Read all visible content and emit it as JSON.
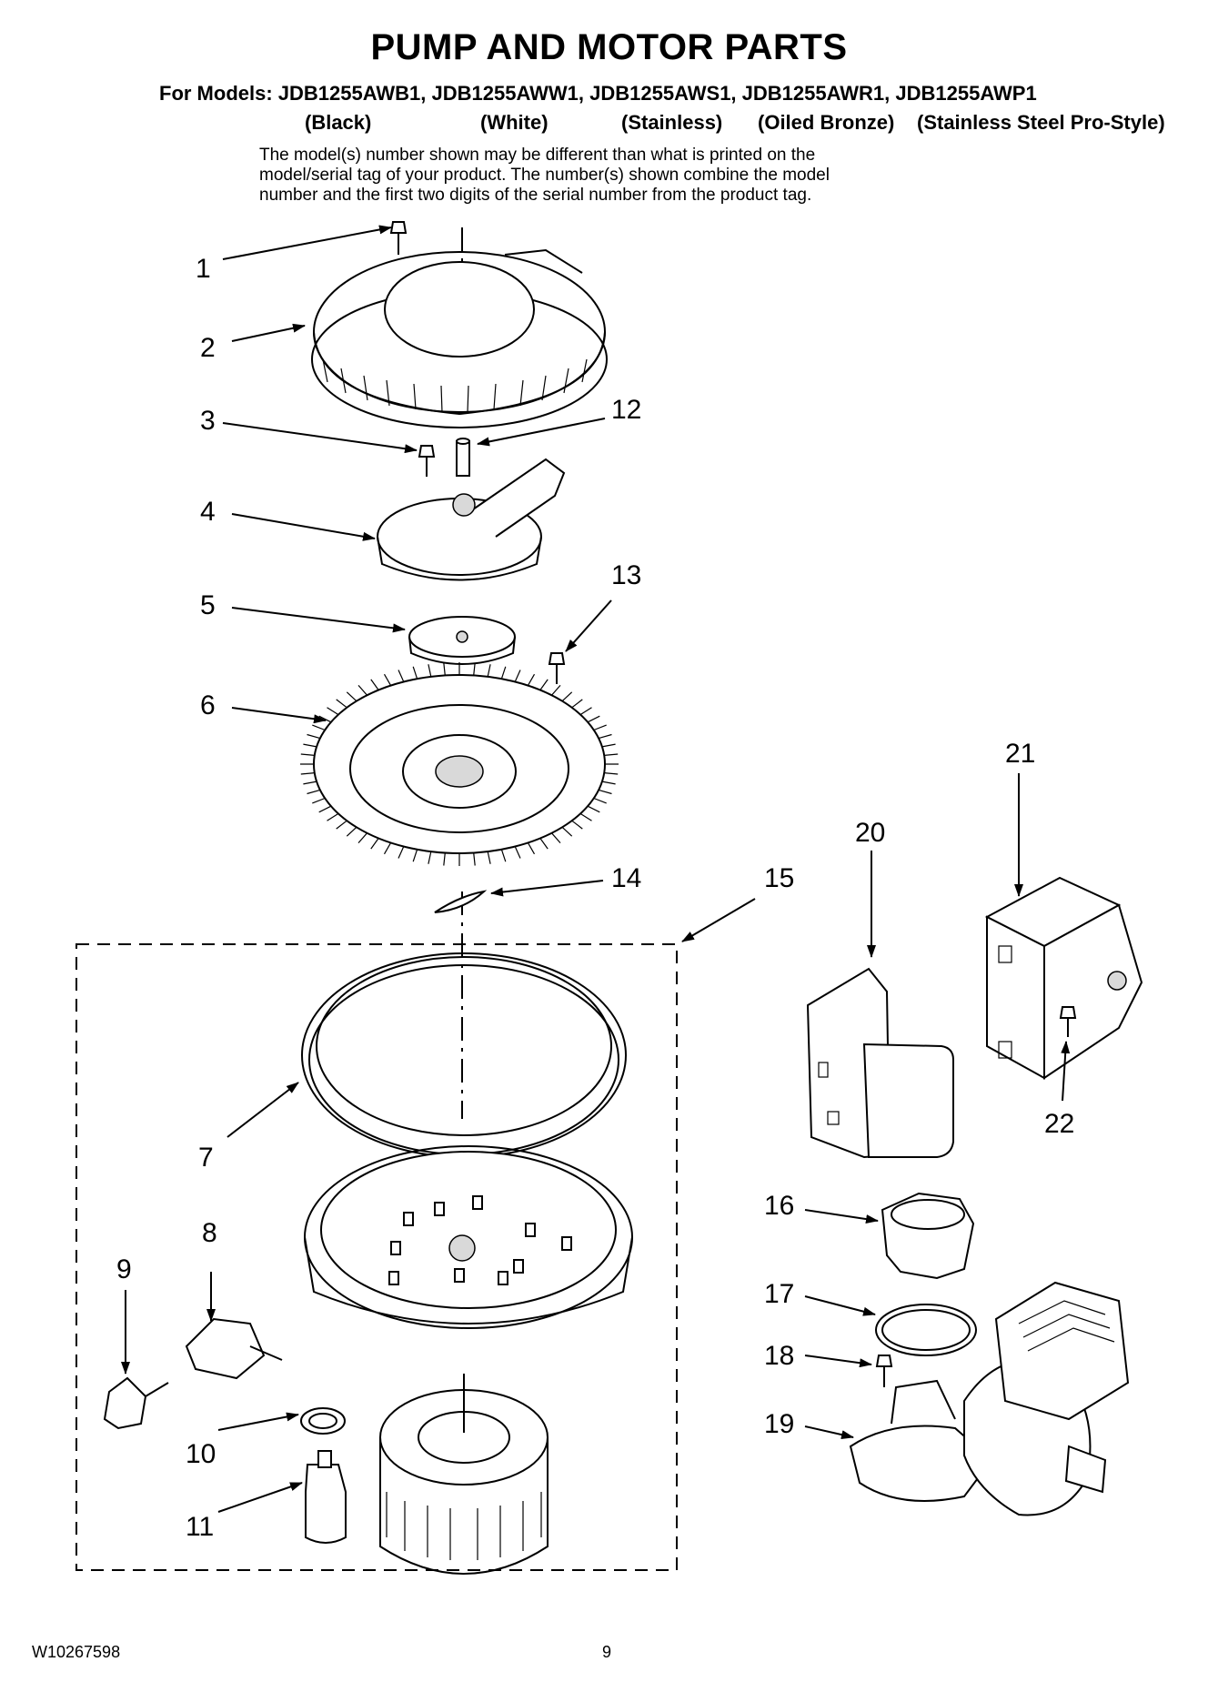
{
  "title": "PUMP AND MOTOR PARTS",
  "models_line": "For Models: JDB1255AWB1, JDB1255AWW1, JDB1255AWS1, JDB1255AWR1, JDB1255AWP1",
  "variants": [
    "(Black)",
    "(White)",
    "(Stainless)",
    "(Oiled Bronze)",
    "(Stainless Steel Pro-Style)"
  ],
  "note_lines": [
    "The model(s) number shown may be different than what is printed on the",
    "model/serial tag of your product. The number(s) shown combine the model",
    "number and the first two digits of the serial number from the product tag."
  ],
  "callouts": [
    "1",
    "2",
    "3",
    "4",
    "5",
    "6",
    "7",
    "8",
    "9",
    "10",
    "11",
    "12",
    "13",
    "14",
    "15",
    "16",
    "17",
    "18",
    "19",
    "20",
    "21",
    "22"
  ],
  "footer": {
    "doc_number": "W10267598",
    "page": "9"
  }
}
